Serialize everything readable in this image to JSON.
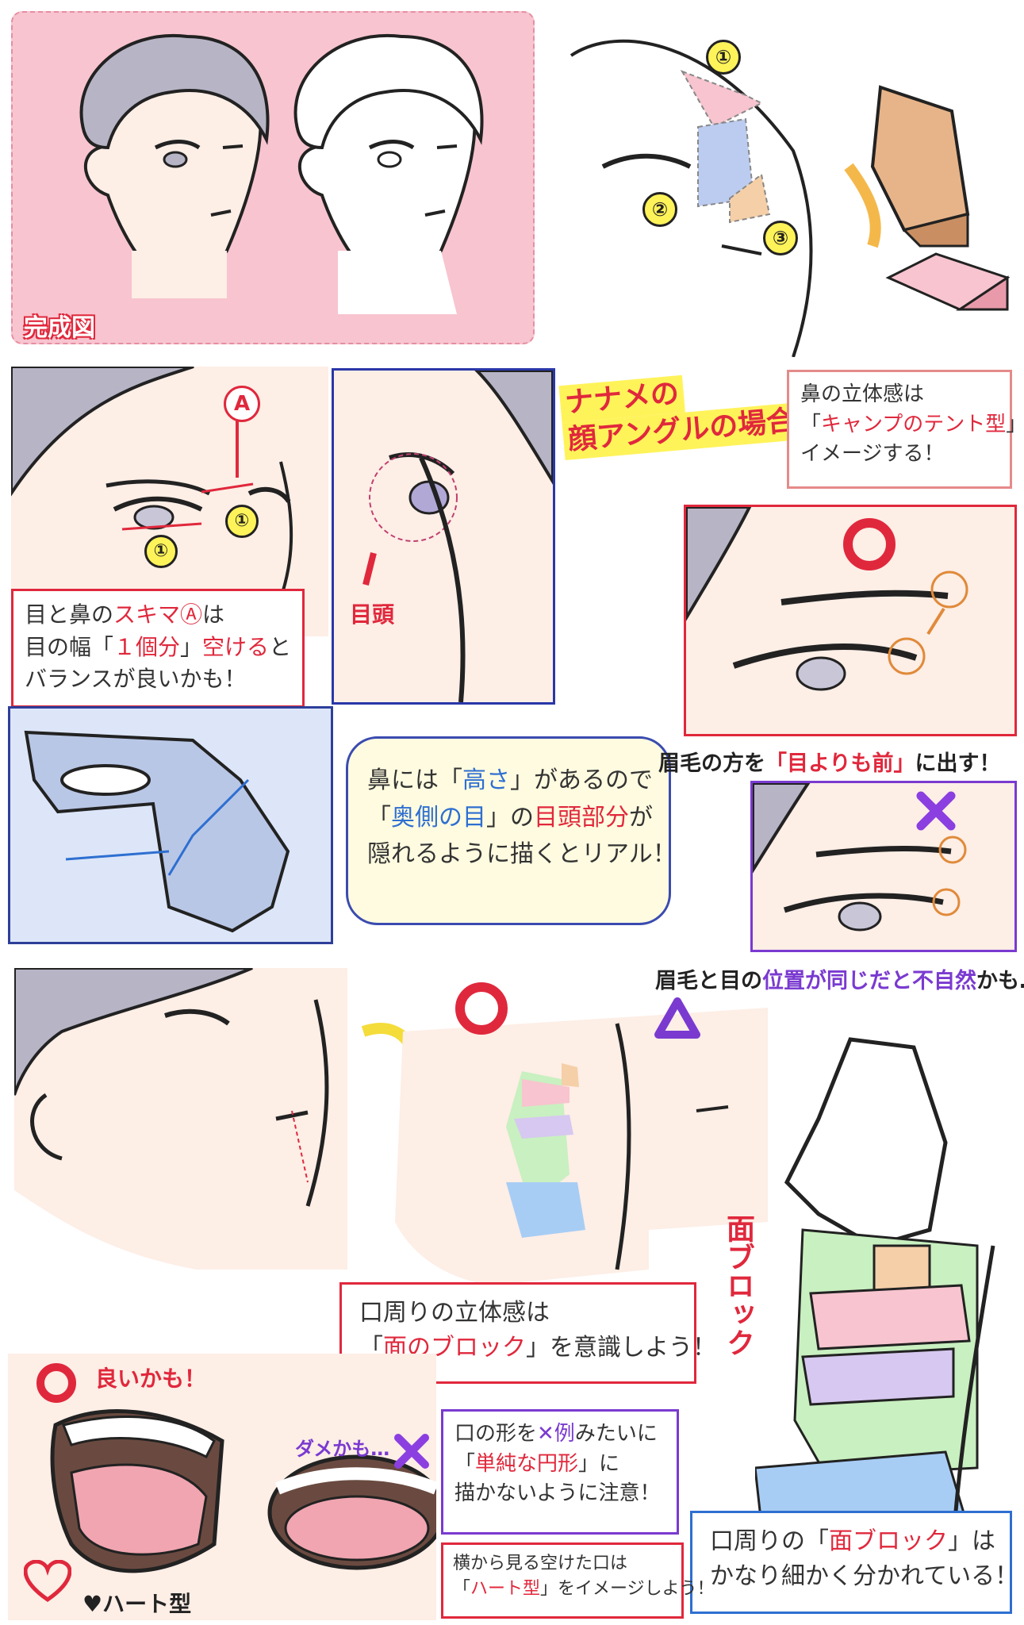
{
  "panels": {
    "finished": {
      "label": "完成図"
    },
    "nose_header": {
      "line1": "ナナメの",
      "line2": "顔アングルの場合"
    },
    "nose_numbers": [
      "①",
      "②",
      "③"
    ],
    "tent_note": {
      "line1": "鼻の立体感は",
      "line2_a": "「",
      "line2_b": "キャンプのテント型",
      "line2_c": "」を",
      "line3": "イメージする！"
    },
    "gap_markers": {
      "a": "A",
      "one_a": "①",
      "one_b": "①"
    },
    "gap_note": {
      "line1_a": "目と鼻の",
      "line1_b": "スキマⒶ",
      "line1_c": "は",
      "line2_a": "目の幅「",
      "line2_b": "１個分",
      "line2_c": "」",
      "line2_d": "空ける",
      "line2_e": "と",
      "line3": "バランスが良いかも！"
    },
    "inner_eye": {
      "label": "目頭"
    },
    "height_note": {
      "line1_a": "鼻には「",
      "line1_b": "高さ",
      "line1_c": "」があるので",
      "line2_a": "「",
      "line2_b": "奥側の目",
      "line2_c": "」の",
      "line2_d": "目頭部分",
      "line2_e": "が",
      "line3": "隠れるように描くとリアル！"
    },
    "brow_good": {
      "caption_a": "眉毛の方を",
      "caption_b": "「目よりも前」",
      "caption_c": "に出す！"
    },
    "brow_bad": {
      "caption_a": "眉毛と目の",
      "caption_b": "位置が同じだと不自然",
      "caption_c": "かも…"
    },
    "mouth_block": {
      "vertical_label": "面ブロック",
      "note_line1": "口周りの立体感は",
      "note_line2_a": "「",
      "note_line2_b": "面のブロック",
      "note_line2_c": "」を意識しよう！"
    },
    "mouth_detail_note": {
      "line1_a": "口周りの「",
      "line1_b": "面ブロック",
      "line1_c": "」は",
      "line2": "かなり細かく分かれている！"
    },
    "mouth_shapes": {
      "good_label": "良いかも！",
      "bad_label": "ダメかも…",
      "heart_label": "♥ハート型",
      "bad_note_line1_a": "口の形を",
      "bad_note_line1_b": "✕例",
      "bad_note_line1_c": "みたいに",
      "bad_note_line2_a": "「",
      "bad_note_line2_b": "単純な円形",
      "bad_note_line2_c": "」に",
      "bad_note_line3": "描かないように注意！",
      "side_note_line1": "横から見る空けた口は",
      "side_note_line2_a": "「",
      "side_note_line2_b": "ハート型",
      "side_note_line2_c": "」をイメージしよう！"
    }
  },
  "colors": {
    "pink_bg": "#f7c4cf",
    "red": "#e0283c",
    "blue": "#2e6fd1",
    "purple": "#7a3ad0",
    "skin": "#fdeee6",
    "hair": "#b7b4c6",
    "yellow_hl": "#fff35a",
    "blue_panel": "#dce6f8"
  },
  "icons": [
    "circle-good-icon",
    "triangle-okay-icon",
    "cross-bad-icon",
    "heart-icon",
    "arrow-icon"
  ]
}
